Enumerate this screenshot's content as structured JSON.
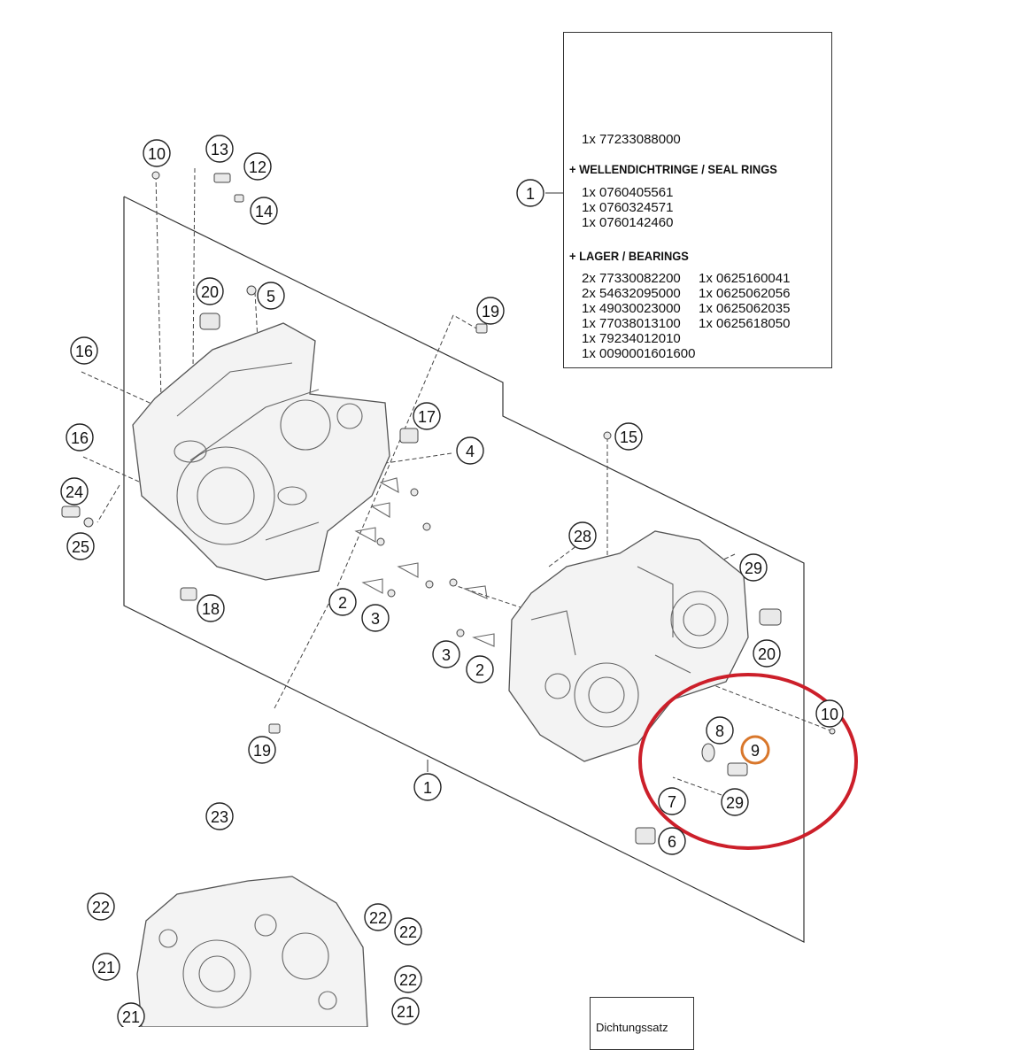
{
  "callouts": [
    {
      "id": "c1-main",
      "label": "1"
    },
    {
      "id": "c1-box",
      "label": "1"
    },
    {
      "id": "c2-box",
      "label": "2"
    },
    {
      "id": "c3-box",
      "label": "3"
    },
    {
      "id": "c4-box",
      "label": "4"
    },
    {
      "id": "c5-box",
      "label": "5"
    },
    {
      "id": "c6-box",
      "label": "6"
    },
    {
      "id": "c7-box",
      "label": "7"
    },
    {
      "id": "c8-box",
      "label": "8"
    },
    {
      "id": "c9-box",
      "label": "9",
      "highlight": true
    },
    {
      "id": "c17-box",
      "label": "17"
    },
    {
      "id": "c18-box",
      "label": "18"
    },
    {
      "id": "c20-box",
      "label": "20"
    },
    {
      "id": "c28-box",
      "label": "28"
    },
    {
      "id": "c29-box",
      "label": "29"
    },
    {
      "id": "c10",
      "label": "10"
    },
    {
      "id": "c13",
      "label": "13"
    },
    {
      "id": "c12",
      "label": "12"
    },
    {
      "id": "c14",
      "label": "14"
    },
    {
      "id": "c20a",
      "label": "20"
    },
    {
      "id": "c5a",
      "label": "5"
    },
    {
      "id": "c19a",
      "label": "19"
    },
    {
      "id": "c16a",
      "label": "16"
    },
    {
      "id": "c16b",
      "label": "16"
    },
    {
      "id": "c17a",
      "label": "17"
    },
    {
      "id": "c4a",
      "label": "4"
    },
    {
      "id": "c24",
      "label": "24"
    },
    {
      "id": "c25",
      "label": "25"
    },
    {
      "id": "c15",
      "label": "15"
    },
    {
      "id": "c28a",
      "label": "28"
    },
    {
      "id": "c29a",
      "label": "29"
    },
    {
      "id": "c18a",
      "label": "18"
    },
    {
      "id": "c2a",
      "label": "2"
    },
    {
      "id": "c3a",
      "label": "3"
    },
    {
      "id": "c3b",
      "label": "3"
    },
    {
      "id": "c2b",
      "label": "2"
    },
    {
      "id": "c20b",
      "label": "20"
    },
    {
      "id": "c10b",
      "label": "10"
    },
    {
      "id": "c8a",
      "label": "8"
    },
    {
      "id": "c9a",
      "label": "9",
      "highlight": true
    },
    {
      "id": "c7a",
      "label": "7"
    },
    {
      "id": "c29b",
      "label": "29"
    },
    {
      "id": "c6a",
      "label": "6"
    },
    {
      "id": "c19b",
      "label": "19"
    },
    {
      "id": "c1a",
      "label": "1"
    },
    {
      "id": "c23",
      "label": "23"
    },
    {
      "id": "c22a",
      "label": "22"
    },
    {
      "id": "c22b",
      "label": "22"
    },
    {
      "id": "c22c",
      "label": "22"
    },
    {
      "id": "c22d",
      "label": "22"
    },
    {
      "id": "c21a",
      "label": "21"
    },
    {
      "id": "c21b",
      "label": "21"
    },
    {
      "id": "c21c",
      "label": "21"
    }
  ],
  "info_box": {
    "kit_line": "1x 77233088000",
    "seal_heading": "+ WELLENDICHTRINGE / SEAL RINGS",
    "seal_lines": [
      "1x 0760405561",
      "1x 0760324571",
      "1x 0760142460"
    ],
    "bearing_heading": "+ LAGER / BEARINGS",
    "bearing_left": [
      "2x 77330082200",
      "2x 54632095000",
      "1x 49030023000",
      "1x 77038013100",
      "1x 79234012010",
      "1x 0090001601600"
    ],
    "bearing_right": [
      "1x 0625160041",
      "1x 0625062056",
      "1x 0625062035",
      "1x 0625618050"
    ]
  },
  "gasket_box": {
    "label": "Dichtungssatz"
  },
  "colors": {
    "highlight": "#d9772b",
    "annotation_ellipse": "#cc1f2a",
    "line": "#333333"
  }
}
